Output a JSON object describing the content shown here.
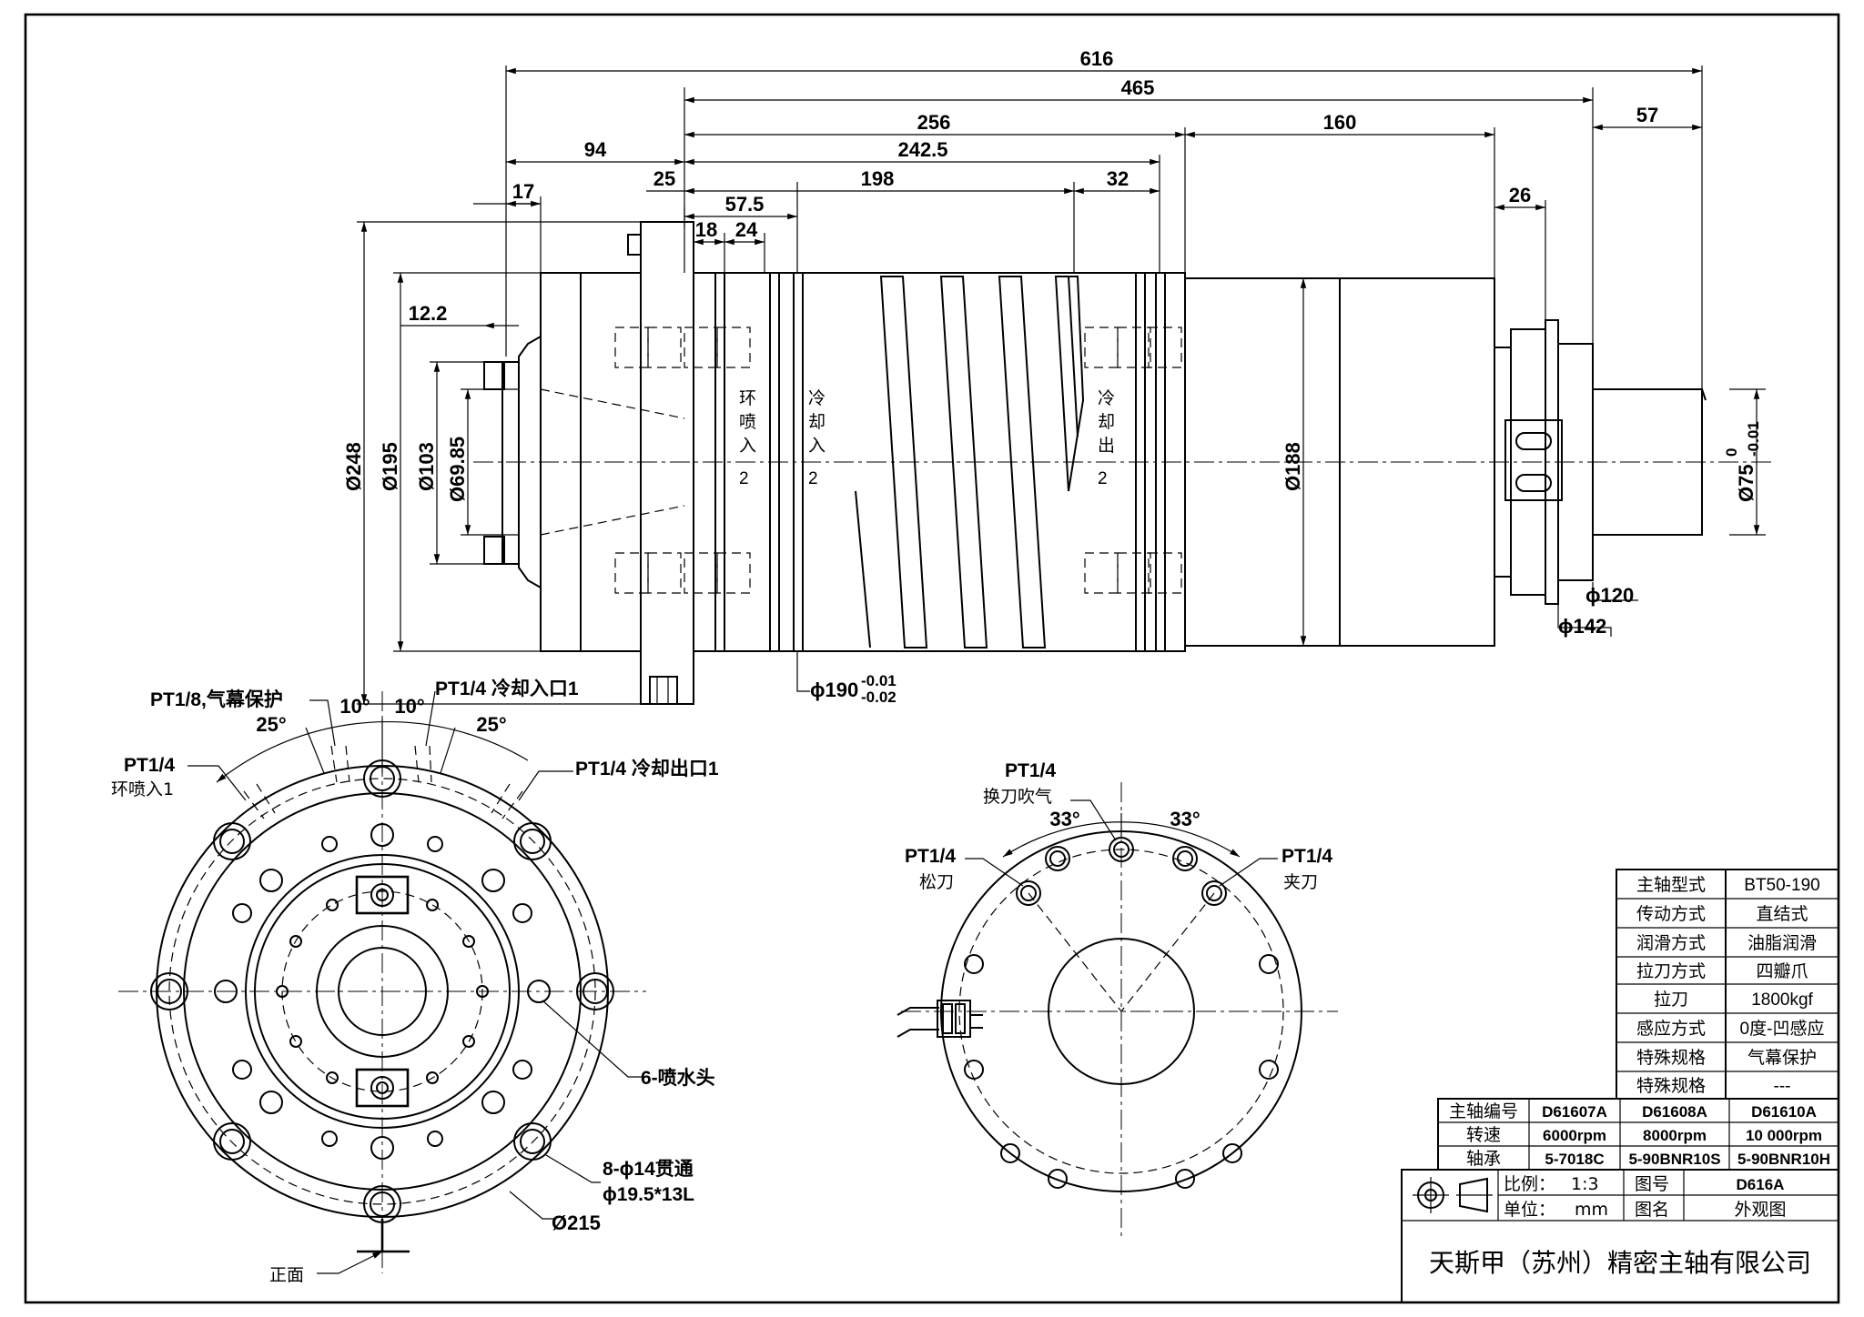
{
  "dimensions": {
    "d616": "616",
    "d465": "465",
    "d256": "256",
    "d160": "160",
    "d57": "57",
    "d94": "94",
    "d242_5": "242.5",
    "d25": "25",
    "d198": "198",
    "d32": "32",
    "d17": "17",
    "d57_5": "57.5",
    "d26": "26",
    "d18": "18",
    "d24": "24",
    "d12_2": "12.2",
    "dia248": "Ø248",
    "dia195": "Ø195",
    "dia103": "Ø103",
    "dia69_85": "Ø69.85",
    "dia188": "Ø188",
    "dia75": "Ø75",
    "dia75_tol_up": "0",
    "dia75_tol_low": "-0.01",
    "phi120": "ϕ120",
    "phi142": "ϕ142",
    "phi190": "ϕ190",
    "phi190_tol_up": "-0.01",
    "phi190_tol_low": "-0.02",
    "dia215": "Ø215"
  },
  "side_labels": {
    "ring_spray": [
      "环",
      "喷",
      "入",
      "2"
    ],
    "coolant_in": [
      "冷",
      "却",
      "入",
      "2"
    ],
    "coolant_out": [
      "冷",
      "却",
      "出",
      "2"
    ]
  },
  "front_view": {
    "pt18_air": "PT1/8,气幕保护",
    "pt14_cool_in": "PT1/4 冷却入口1",
    "pt14_ring": "PT1/4",
    "ring_spray_1": "环喷入1",
    "pt14_cool_out": "PT1/4 冷却出口1",
    "angle10_left": "10°",
    "angle10_right": "10°",
    "angle25_left": "25°",
    "angle25_right": "25°",
    "nozzle": "6-喷水头",
    "holes_through": "8-ϕ14贯通",
    "counterbore": "ϕ19.5*13L",
    "front_face": "正面"
  },
  "rear_view": {
    "pt14_tool_blow": "PT1/4",
    "tool_blow": "换刀吹气",
    "pt14_release": "PT1/4",
    "release": "松刀",
    "pt14_clamp": "PT1/4",
    "clamp": "夹刀",
    "angle33_left": "33°",
    "angle33_right": "33°"
  },
  "spec_table": [
    {
      "label": "主轴型式",
      "value": "BT50-190"
    },
    {
      "label": "传动方式",
      "value": "直结式"
    },
    {
      "label": "润滑方式",
      "value": "油脂润滑"
    },
    {
      "label": "拉刀方式",
      "value": "四瓣爪"
    },
    {
      "label": "拉刀",
      "value": "1800kgf"
    },
    {
      "label": "感应方式",
      "value": "0度-凹感应"
    },
    {
      "label": "特殊规格",
      "value": "气幕保护"
    },
    {
      "label": "特殊规格",
      "value": "---"
    }
  ],
  "model_table": {
    "header": [
      "主轴编号",
      "D61607A",
      "D61608A",
      "D61610A"
    ],
    "rows": [
      [
        "转速",
        "6000rpm",
        "8000rpm",
        "10 000rpm"
      ],
      [
        "轴承",
        "5-7018C",
        "5-90BNR10S",
        "5-90BNR10H"
      ]
    ]
  },
  "title_block": {
    "scale_label": "比例：",
    "scale_value": "1:3",
    "drawing_no_label": "图号",
    "drawing_no": "D616A",
    "unit_label": "单位：",
    "unit_value": "mm",
    "drawing_name_label": "图名",
    "drawing_name": "外观图",
    "company": "天斯甲（苏州）精密主轴有限公司"
  }
}
